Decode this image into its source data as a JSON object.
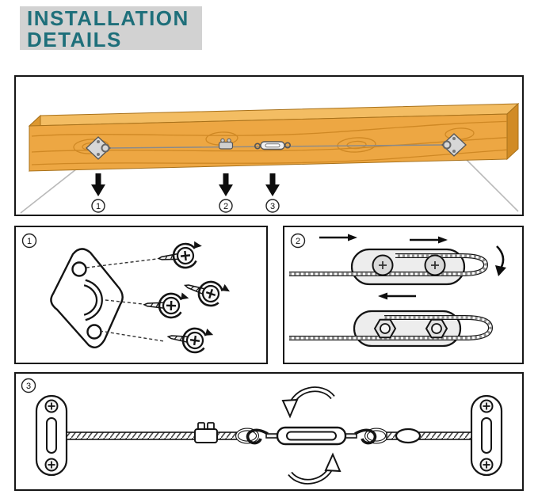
{
  "title": {
    "line1": "INSTALLATION",
    "line2": "DETAILS"
  },
  "colors": {
    "title_text": "#1e6f7a",
    "title_bg": "#d2d2d2",
    "wood_front": "#eda743",
    "wood_top": "#f3bd63",
    "wood_end": "#d18b25",
    "wood_grain": "#c9831f",
    "outline": "#141414",
    "wire_gray": "#b9b9b9"
  },
  "steps": [
    {
      "num": "1"
    },
    {
      "num": "2"
    },
    {
      "num": "3"
    }
  ]
}
